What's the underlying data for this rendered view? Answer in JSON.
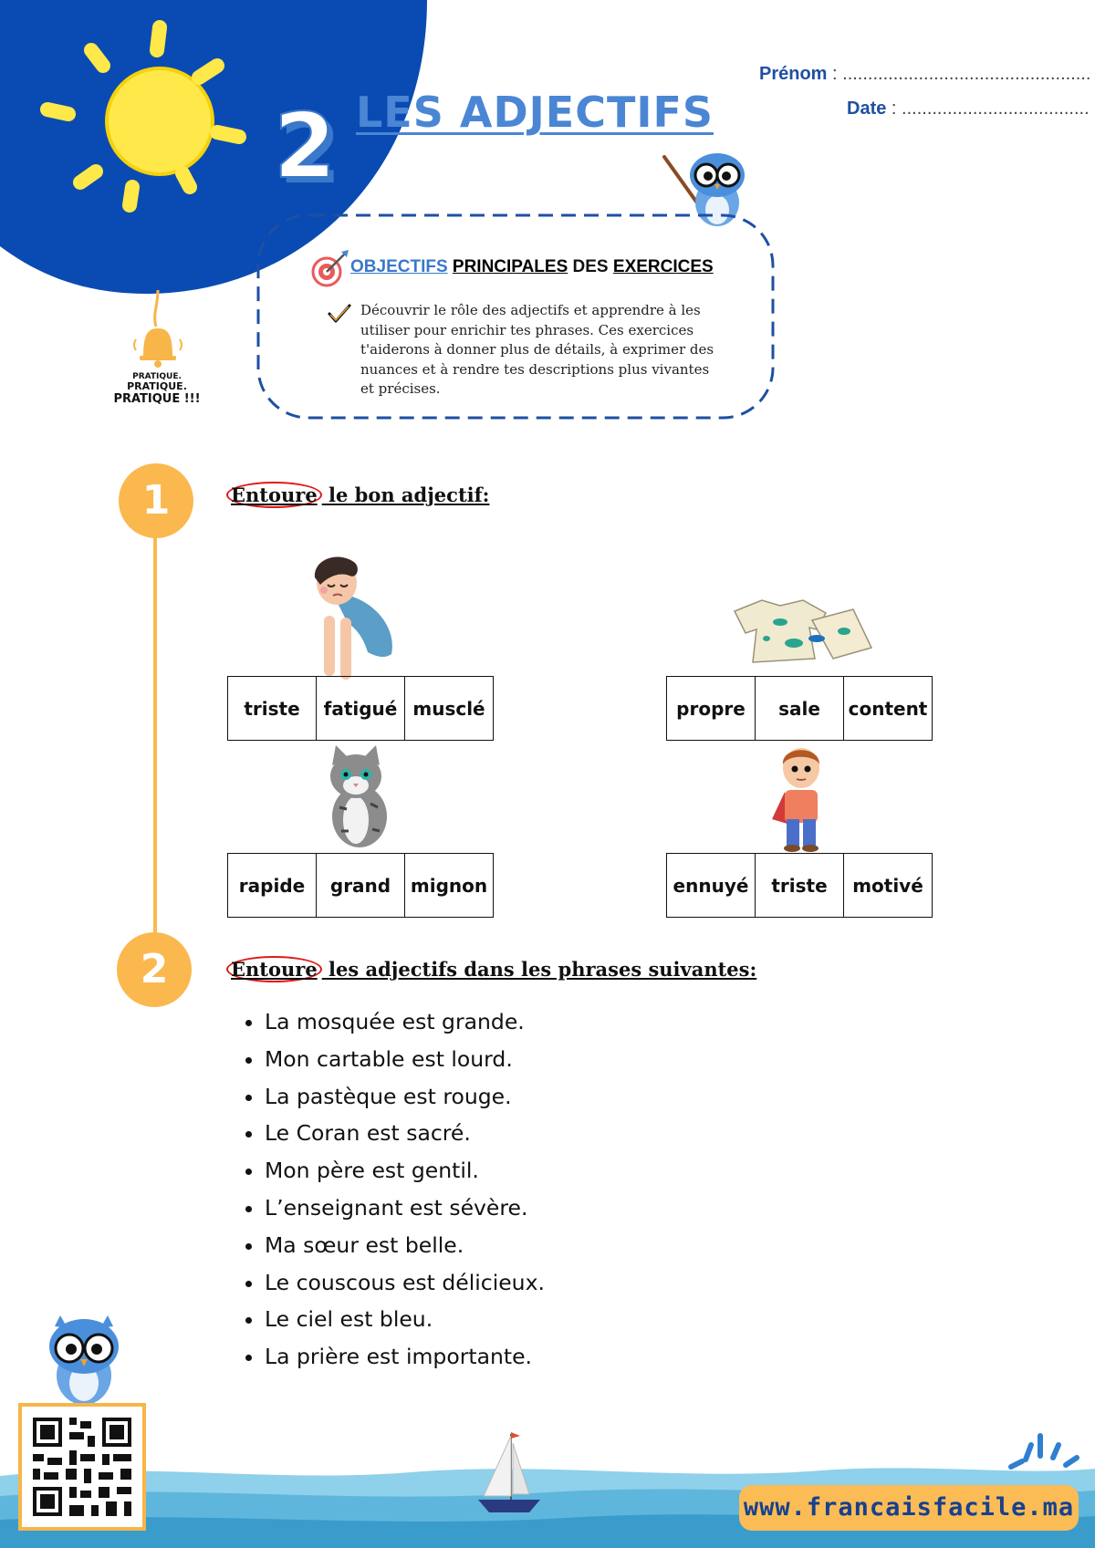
{
  "header": {
    "number": "2",
    "title": "LES ADJECTIFS",
    "prenom_label": "Prénom",
    "prenom_dots": " : .................................................",
    "date_label": "Date",
    "date_dots": " : ....................................."
  },
  "objectives": {
    "title_blue": "OBJECTIFS",
    "title_rest_1": "PRINCIPALES",
    "title_rest_2": "DES",
    "title_rest_3": "EXERCICES",
    "text": "Découvrir le rôle des adjectifs et apprendre à les utiliser pour enrichir tes phrases. Ces exercices t'aiderons à donner plus de détails, à exprimer des nuances et à rendre tes descriptions plus vivantes et précises."
  },
  "pratique": [
    "PRATIQUE.",
    "PRATIQUE.",
    "PRATIQUE !!!"
  ],
  "exercise1": {
    "number": "1",
    "circled_word": "Entoure",
    "instruction_rest": " le bon adjectif:",
    "groups": [
      {
        "picture": "tired-boy",
        "words": [
          "triste",
          "fatigué",
          "musclé"
        ]
      },
      {
        "picture": "dirty-shirt",
        "words": [
          "propre",
          "sale",
          "content"
        ]
      },
      {
        "picture": "cat",
        "words": [
          "rapide",
          "grand",
          "mignon"
        ]
      },
      {
        "picture": "boy-with-cape",
        "words": [
          "ennuyé",
          "triste",
          "motivé"
        ]
      }
    ]
  },
  "exercise2": {
    "number": "2",
    "circled_word": "Entoure",
    "instruction_rest": " les adjectifs dans les phrases suivantes:",
    "sentences": [
      "La mosquée est grande.",
      "Mon cartable est lourd.",
      "La pastèque est rouge.",
      "Le Coran est sacré.",
      "Mon père est gentil.",
      "L’enseignant est sévère.",
      "Ma sœur est belle.",
      "Le couscous est délicieux.",
      "Le ciel est bleu.",
      "La prière est importante."
    ]
  },
  "footer": {
    "url": "www.francaisfacile.ma"
  },
  "colors": {
    "navy": "#0a4bb3",
    "accent_blue": "#3a78c9",
    "orange": "#fbb84f",
    "sun_yellow": "#ffe84a",
    "circle_red": "#e01818"
  }
}
